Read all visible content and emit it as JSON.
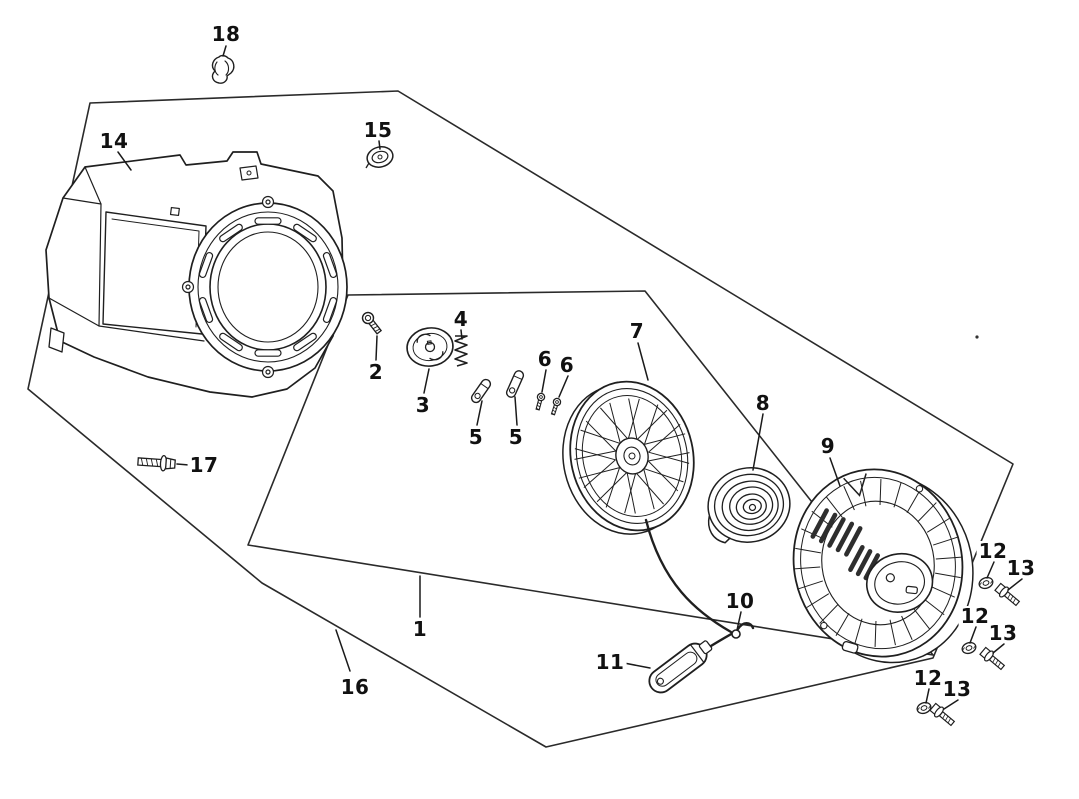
{
  "figure": {
    "background_color": "#ffffff",
    "line_color": "#1f1f1f",
    "louver_color": "#2e2e2e",
    "callouts": [
      {
        "label": "18"
      },
      {
        "label": "14"
      },
      {
        "label": "15"
      },
      {
        "label": "2"
      },
      {
        "label": "4"
      },
      {
        "label": "3"
      },
      {
        "label": "5"
      },
      {
        "label": "5"
      },
      {
        "label": "6"
      },
      {
        "label": "6"
      },
      {
        "label": "7"
      },
      {
        "label": "8"
      },
      {
        "label": "9"
      },
      {
        "label": "10"
      },
      {
        "label": "11"
      },
      {
        "label": "12"
      },
      {
        "label": "13"
      },
      {
        "label": "12"
      },
      {
        "label": "13"
      },
      {
        "label": "12"
      },
      {
        "label": "13"
      },
      {
        "label": "17"
      },
      {
        "label": "1"
      },
      {
        "label": "16"
      }
    ]
  }
}
